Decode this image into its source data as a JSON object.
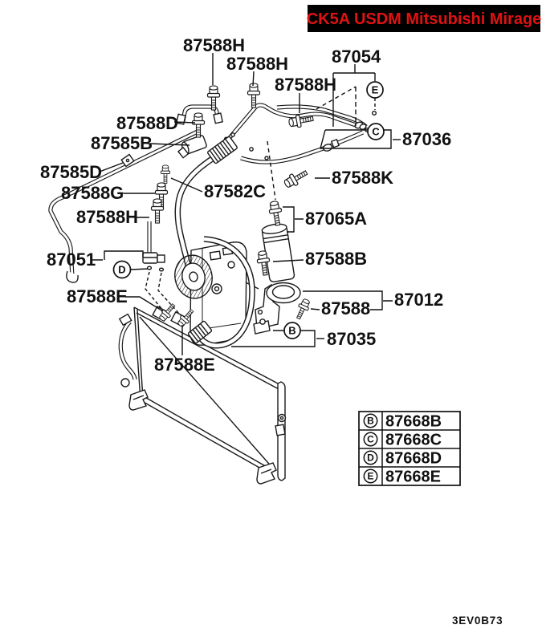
{
  "header": {
    "model_badge": "CK5A USDM Mitsubishi Mirage",
    "badge_bg": "#000000",
    "badge_text_color": "#e01212"
  },
  "colors": {
    "line": "#1a1a1a",
    "background": "#ffffff"
  },
  "diagram": {
    "drawing_code": "3EV0B73",
    "part_labels": [
      {
        "id": "87588H-1",
        "text": "87588H"
      },
      {
        "id": "87588H-2",
        "text": "87588H"
      },
      {
        "id": "87054",
        "text": "87054"
      },
      {
        "id": "87588H-3",
        "text": "87588H"
      },
      {
        "id": "87588D",
        "text": "87588D"
      },
      {
        "id": "87585B",
        "text": "87585B"
      },
      {
        "id": "87036",
        "text": "87036"
      },
      {
        "id": "87585D",
        "text": "87585D"
      },
      {
        "id": "87588G",
        "text": "87588G"
      },
      {
        "id": "87582C",
        "text": "87582C"
      },
      {
        "id": "87588K",
        "text": "87588K"
      },
      {
        "id": "87588H-4",
        "text": "87588H"
      },
      {
        "id": "87065A",
        "text": "87065A"
      },
      {
        "id": "87051",
        "text": "87051"
      },
      {
        "id": "87588B",
        "text": "87588B"
      },
      {
        "id": "87012",
        "text": "87012"
      },
      {
        "id": "87588",
        "text": "87588"
      },
      {
        "id": "87588E-1",
        "text": "87588E"
      },
      {
        "id": "87035",
        "text": "87035"
      },
      {
        "id": "87588E-2",
        "text": "87588E"
      }
    ],
    "callouts": [
      {
        "letter": "E"
      },
      {
        "letter": "C"
      },
      {
        "letter": "D"
      },
      {
        "letter": "B"
      }
    ],
    "legend": {
      "rows": [
        {
          "letter": "B",
          "part": "87668B"
        },
        {
          "letter": "C",
          "part": "87668C"
        },
        {
          "letter": "D",
          "part": "87668D"
        },
        {
          "letter": "E",
          "part": "87668E"
        }
      ]
    }
  }
}
